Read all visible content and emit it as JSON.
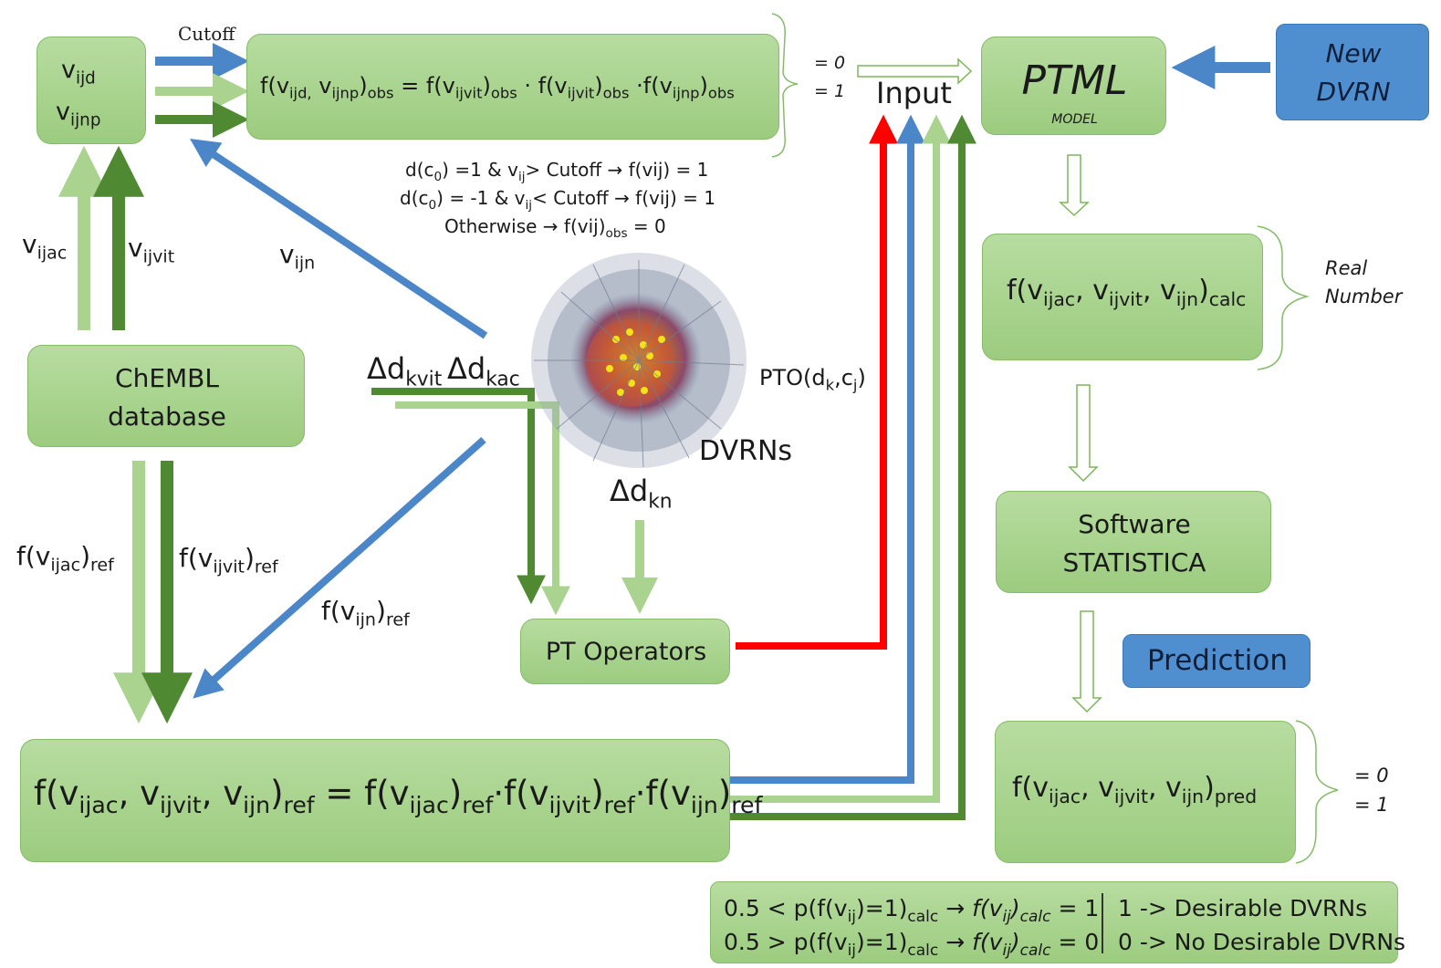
{
  "boxes": {
    "vij_box": {
      "line1_base": "v",
      "line1_sub": "ijd",
      "line2_base": "v",
      "line2_sub": "ijnp"
    },
    "obs_formula": {
      "p1": "f(v",
      "s1": "ijd,",
      "p2": " v",
      "s2": "ijnp",
      "p3": ")",
      "s3": "obs",
      "p4": " = f(v",
      "s4": "ijvit",
      "p5": ")",
      "s5": "obs",
      "p6": " · f(v",
      "s6": "ijvit",
      "p7": ")",
      "s7": "obs",
      "p8": " ·f(v",
      "s8": "ijnp",
      "p9": ")",
      "s9": "obs"
    },
    "ptml": {
      "title": "PTML",
      "subtitle": "MODEL"
    },
    "new_dvrn": {
      "line1": "New",
      "line2": "DVRN"
    },
    "chembl": {
      "line1": "ChEMBL",
      "line2": "database"
    },
    "calc": {
      "p1": "f(v",
      "s1": "ijac",
      "p2": ", v",
      "s2": "ijvit",
      "p3": ", v",
      "s3": "ijn",
      "p4": ")",
      "s4": "calc"
    },
    "software": {
      "line1": "Software",
      "line2": "STATISTICA"
    },
    "prediction": "Prediction",
    "pt_operators": "PT Operators",
    "pred": {
      "p1": "f(v",
      "s1": "ijac",
      "p2": ", v",
      "s2": "ijvit",
      "p3": ", v",
      "s3": "ijn",
      "p4": ")",
      "s4": "pred"
    },
    "ref_formula": {
      "p1": "f(v",
      "s1": "ijac",
      "p2": ", v",
      "s2": "ijvit",
      "p3": ", v",
      "s3": "ijn",
      "p4": ")",
      "s4": "ref",
      "p5": " = f(v",
      "s5": "ijac",
      "p6": ")",
      "s6": "ref",
      "p7": "·f(v",
      "s7": "ijvit",
      "p8": ")",
      "s8": "ref",
      "p9": "·f(v",
      "s9": "ijn",
      "p10": ")",
      "s10": "ref"
    },
    "threshold": {
      "r1_a": "0.5 < p(f(v",
      "r1_s1": "ij",
      "r1_b": ")=1)",
      "r1_s2": "calc",
      "r1_c": " → ",
      "r1_d": "f(v",
      "r1_s3": "ij",
      "r1_e": ")",
      "r1_s4": "calc",
      "r1_f": " = 1",
      "r2_a": "0.5 > p(f(v",
      "r2_s1": "ij",
      "r2_b": ")=1)",
      "r2_s2": "calc",
      "r2_c": " → ",
      "r2_d": "f(v",
      "r2_s3": "ij",
      "r2_e": ")",
      "r2_s4": "calc",
      "r2_f": " = 0",
      "right1": "1 -> Desirable DVRNs",
      "right2": "0 -> No Desirable DVRNs"
    }
  },
  "labels": {
    "cutoff": "Cutoff",
    "eq0_top": "= 0",
    "eq1_top": "= 1",
    "input": "Input",
    "rule1": {
      "a": "d(c",
      "s1": "0",
      "b": ") =1 & v",
      "s2": "ij",
      "c": "> Cutoff  → f(vij) = 1"
    },
    "rule2": {
      "a": "d(c",
      "s1": "0",
      "b": ") = -1 & v",
      "s2": "ij",
      "c": "< Cutoff → f(vij) = 1"
    },
    "rule3": {
      "a": "Otherwise → f(vij)",
      "s1": "obs",
      "b": " = 0"
    },
    "vijac": {
      "base": "v",
      "sub": "ijac"
    },
    "vijvit": {
      "base": "v",
      "sub": "ijvit"
    },
    "vijn": {
      "base": "v",
      "sub": "ijn"
    },
    "delta_kvit": {
      "base": "Δd",
      "sub": "kvit"
    },
    "delta_kac": {
      "base": "Δd",
      "sub": "kac"
    },
    "pto": {
      "a": "PTO(d",
      "s1": "k",
      "b": ",c",
      "s2": "j",
      "c": ")"
    },
    "dvrns": "DVRNs",
    "delta_kn": {
      "base": "Δd",
      "sub": "kn"
    },
    "f_ijac_ref": {
      "a": "f(v",
      "s1": "ijac",
      "b": ")",
      "s2": "ref"
    },
    "f_ijvit_ref": {
      "a": "f(v",
      "s1": "ijvit",
      "b": ")",
      "s2": "ref"
    },
    "f_ijn_ref": {
      "a": "f(v",
      "s1": "ijn",
      "b": ")",
      "s2": "ref"
    },
    "real": "Real",
    "number": "Number",
    "eq0_bottom": "= 0",
    "eq1_bottom": "= 1"
  },
  "colors": {
    "box_fill": "#a8d38b",
    "box_border": "#86bb6a",
    "blue_box": "#4f8fd0",
    "arrow_blue": "#4a86c8",
    "arrow_light_green": "#a9d38f",
    "arrow_dark_green": "#4f8a32",
    "arrow_red": "#ff0000"
  }
}
